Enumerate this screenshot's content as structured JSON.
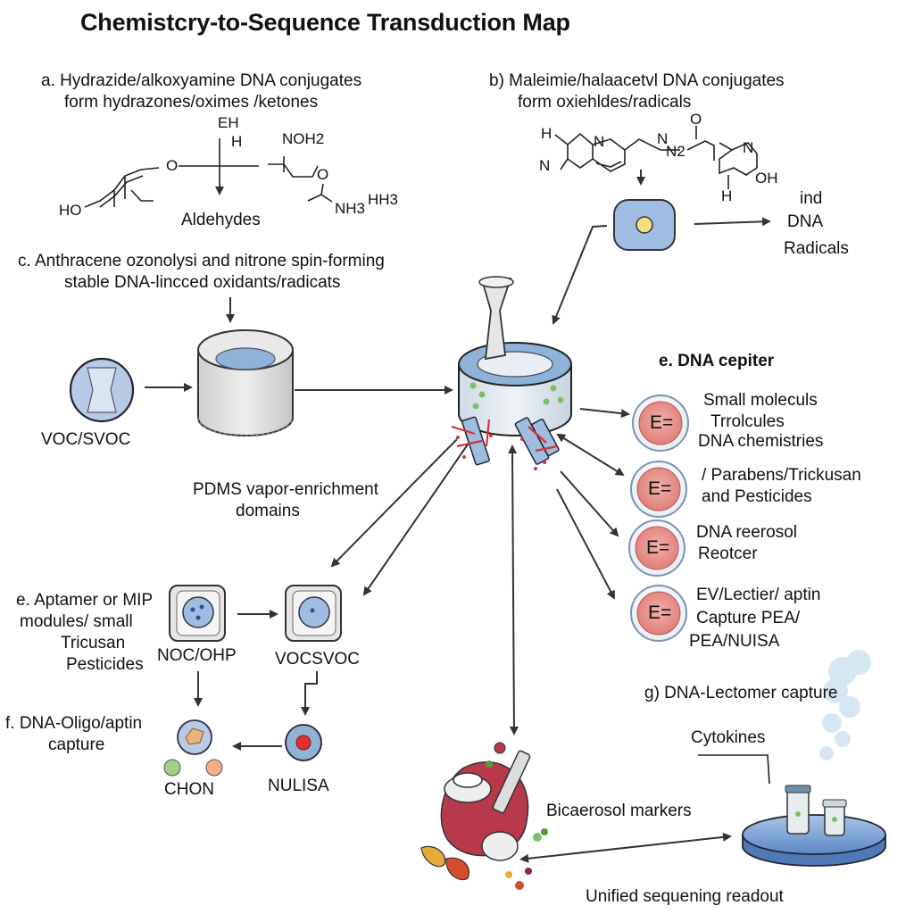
{
  "title": "Chemistcry-to-Sequence Transduction Map",
  "panel_a": {
    "heading_1": "a. Hydrazide/alkoxyamine DNA conjugates",
    "heading_2": "form hydrazones/oximes  /ketones",
    "struct_eh": "EH",
    "struct_h": "H",
    "struct_o": "O",
    "struct_ho": "HO",
    "struct_noh2": "NOH2",
    "struct_o2": "O",
    "struct_nh3": "NH3",
    "struct_hh3": "HH3",
    "caption": "Aldehydes"
  },
  "panel_b": {
    "heading_1": "b)  Maleimie/halaacetvl DNA conjugates",
    "heading_2": "form oxiehldes/radicals",
    "struct_h": "H",
    "struct_n1": "N",
    "struct_n2": "N",
    "struct_n3": "N",
    "struct_n2sub": "N2",
    "struct_o": "O",
    "struct_n4": "N",
    "struct_h2": "H",
    "struct_oh": "OH",
    "out_1": "ind",
    "out_2": "DNA",
    "out_3": "Radicals"
  },
  "panel_c": {
    "heading_1": "c. Anthracene ozonolysi and nitrone spin-forming",
    "heading_2": "stable DNA-lincced oxidants/radicats",
    "voc_label": "VOC/SVOC",
    "pdms_1": "PDMS vapor-enrichment",
    "pdms_2": "domains"
  },
  "panel_e_right": {
    "heading": "e. DNA cepiter",
    "badge": "E=",
    "items": [
      {
        "l1": "Small moleculs",
        "l2": "Trrolcules",
        "l3": "DNA chemistries"
      },
      {
        "l1": "/ Parabens/Trickusan",
        "l2": "and Pesticides",
        "l3": ""
      },
      {
        "l1": "DNA reerosol",
        "l2": "Reotcer",
        "l3": ""
      },
      {
        "l1": "EV/Lectier/ aptin",
        "l2": "Capture PEA/",
        "l3": "PEA/NUISA"
      }
    ]
  },
  "panel_e_left": {
    "heading_1": "e. Aptamer or MIP",
    "heading_2": "modules/ small",
    "heading_3": "Tricusan",
    "heading_4": "Pesticides",
    "box1_label": "NOC/OHP",
    "box2_label": "VOCSVOC"
  },
  "panel_f": {
    "heading_1": "f. DNA-Oligo/aptin",
    "heading_2": "capture",
    "chon": "CHON",
    "nulisa": "NULISA"
  },
  "panel_g": {
    "heading": "g) DNA-Lectomer capture",
    "cytokines": "Cytokines",
    "bioaerosol": "Bicaerosol markers",
    "readout": "Unified sequening readout"
  },
  "colors": {
    "arrow": "#333333",
    "cylinder_body": "#dfe8ef",
    "cylinder_top": "#8fb3d8",
    "pink_core": "#e88f8a",
    "pink_ring": "#f4d7d2",
    "ring_stroke": "#7c93b5",
    "module_blue": "#9fbde0",
    "green_dot": "#7bbf6a",
    "red_dot": "#e02f2f"
  }
}
